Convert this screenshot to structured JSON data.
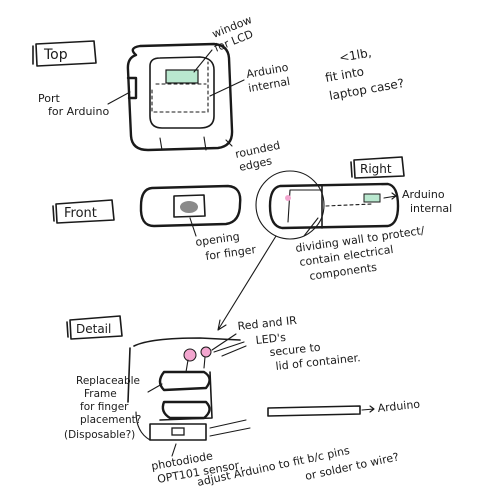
{
  "colors": {
    "ink": "#1a1a1a",
    "lcd_window": "#b9e8cf",
    "arduino_board": "#b9e8cf",
    "led_pink": "#f3a6cf",
    "paper": "#ffffff"
  },
  "views": {
    "top": {
      "title": "Top",
      "window_label_line1": "window",
      "window_label_line2": "for LCD",
      "arduino_label_line1": "Arduino",
      "arduino_label_line2": "internal",
      "port_label_line1": "Port",
      "port_label_line2": "for Arduino",
      "edges_label_line1": "rounded",
      "edges_label_line2": "edges"
    },
    "size_note": {
      "line1": "<1lb,",
      "line2": "fit into",
      "line3": "laptop case?"
    },
    "front": {
      "title": "Front",
      "opening_label_line1": "opening",
      "opening_label_line2": "for finger"
    },
    "right": {
      "title": "Right",
      "arduino_label_line1": "Arduino",
      "arduino_label_line2": "internal",
      "wall_label_line1": "dividing wall to protect/",
      "wall_label_line2": "contain electrical",
      "wall_label_line3": "components"
    },
    "detail": {
      "title": "Detail",
      "led_label_line1": "Red and IR",
      "led_label_line2": "LED's",
      "led_label_line3": "secure to",
      "led_label_line4": "lid of container.",
      "frame_label_line1": "Replaceable",
      "frame_label_line2": "Frame",
      "frame_label_line3": "for finger",
      "frame_label_line4": "placement?",
      "frame_label_line5": "(Disposable?)",
      "arduino_label": "Arduino",
      "photodiode_line1": "photodiode",
      "photodiode_line2": "OPT101 sensor,",
      "photodiode_line3": "adjust Arduino to fit b/c pins",
      "photodiode_line4": "or solder to wire?"
    }
  }
}
